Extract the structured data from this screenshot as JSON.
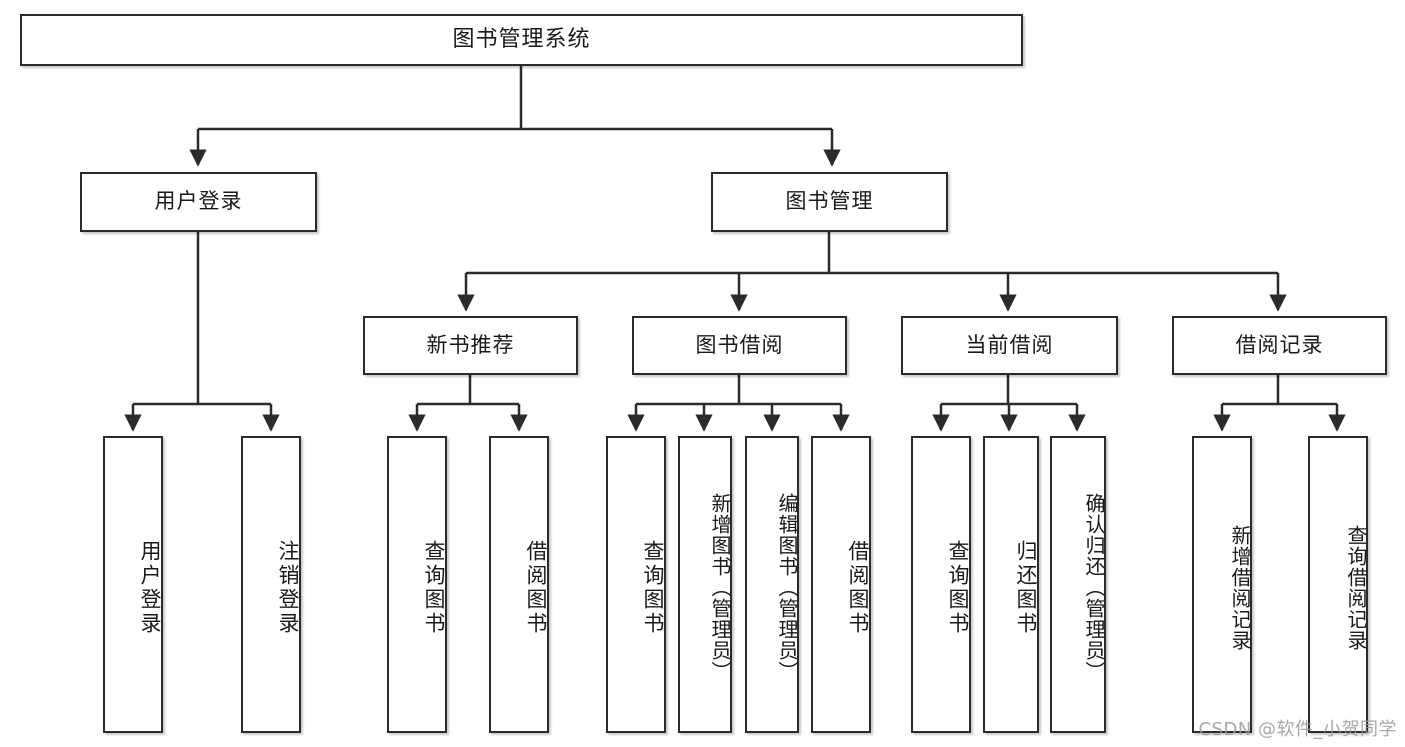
{
  "diagram": {
    "type": "tree",
    "title": "图书管理系统",
    "watermark": "CSDN @软件_小贺同学",
    "colors": {
      "node_border": "#2b2b2b",
      "node_fill": "#ffffff",
      "edge": "#2b2b2b",
      "watermark": "#9a9a9a"
    },
    "nodes": {
      "root": {
        "label": "图书管理系统"
      },
      "level2": [
        {
          "label": "用户登录"
        },
        {
          "label": "图书管理"
        }
      ],
      "level3": [
        {
          "label": "新书推荐"
        },
        {
          "label": "图书借阅"
        },
        {
          "label": "当前借阅"
        },
        {
          "label": "借阅记录"
        }
      ],
      "leaves_user_login": [
        {
          "label": "用户登录"
        },
        {
          "label": "注销登录"
        }
      ],
      "leaves_new_books": [
        {
          "label": "查询图书"
        },
        {
          "label": "借阅图书"
        }
      ],
      "leaves_borrow": [
        {
          "label": "查询图书"
        },
        {
          "label": "新增图书（管理员）"
        },
        {
          "label": "编辑图书（管理员）"
        },
        {
          "label": "借阅图书"
        }
      ],
      "leaves_current": [
        {
          "label": "查询图书"
        },
        {
          "label": "归还图书"
        },
        {
          "label": "确认归还（管理员）"
        }
      ],
      "leaves_records": [
        {
          "label": "新增借阅记录"
        },
        {
          "label": "查询借阅记录"
        }
      ]
    }
  }
}
